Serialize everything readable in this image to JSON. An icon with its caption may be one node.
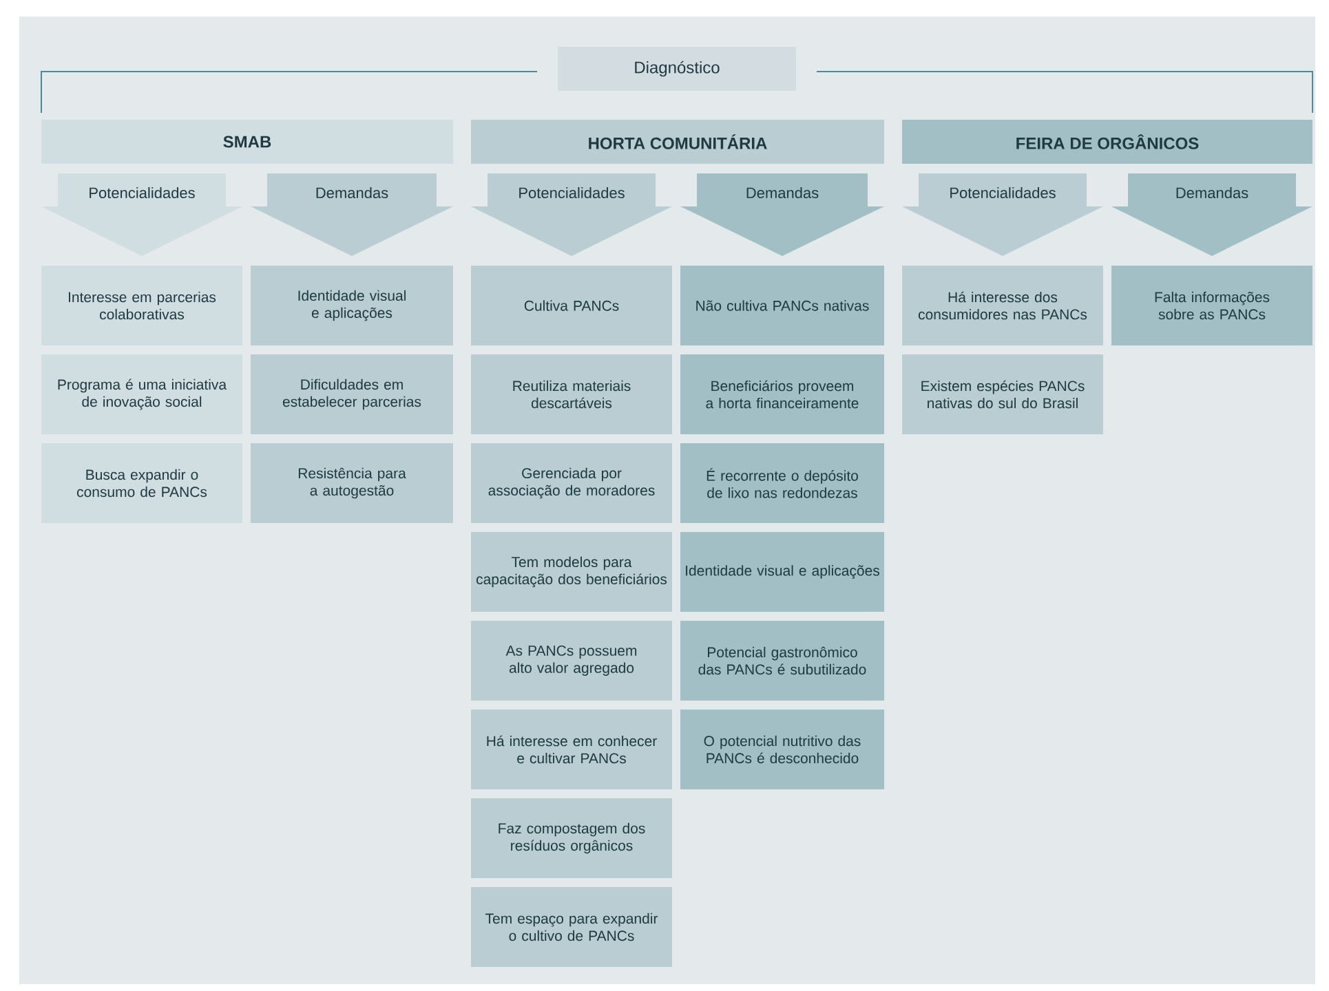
{
  "diagram": {
    "nodes": [
      {
        "text": [
          "Diagnóstico"
        ]
      },
      {
        "text": [
          "SMAB"
        ]
      },
      {
        "text": [
          "HORTA COMUNITÁRIA"
        ]
      },
      {
        "text": [
          "FEIRA DE ORGÂNICOS"
        ]
      },
      {
        "text": [
          "Potencialidades"
        ]
      },
      {
        "text": [
          "Demandas"
        ]
      },
      {
        "text": [
          "Potencialidades"
        ]
      },
      {
        "text": [
          "Demandas"
        ]
      },
      {
        "text": [
          "Potencialidades"
        ]
      },
      {
        "text": [
          "Demandas"
        ]
      },
      {
        "text": [
          "Interesse em parcerias colaborativas"
        ]
      },
      {
        "text": [
          "Programa é uma iniciativa de inovação social"
        ]
      },
      {
        "text": [
          "Busca expandir o consumo de PANCs"
        ]
      },
      {
        "text": [
          "Identidade visual e aplicações"
        ]
      },
      {
        "text": [
          "Dificuldades em estabelecer parcerias"
        ]
      },
      {
        "text": [
          "Resistência para a autogestão"
        ]
      },
      {
        "text": [
          "Cultiva PANCs"
        ]
      },
      {
        "text": [
          "Reutiliza materiais descartáveis"
        ]
      },
      {
        "text": [
          "Gerenciada por associação de moradores"
        ]
      },
      {
        "text": [
          "Tem modelos para capacitação dos beneficiários"
        ]
      },
      {
        "text": [
          "As PANCs possuem alto valor agregado"
        ]
      },
      {
        "text": [
          "Há interesse em conhecer e cultivar PANCs"
        ]
      },
      {
        "text": [
          "Faz compostagem dos resíduos orgânicos"
        ]
      },
      {
        "text": [
          "Tem espaço para expandir o cultivo de PANCs"
        ]
      },
      {
        "text": [
          "Não cultiva PANCs nativas"
        ]
      },
      {
        "text": [
          "Beneficiários proveem a horta financeiramente"
        ]
      },
      {
        "text": [
          "É recorrente o depósito de lixo nas redondezas"
        ]
      },
      {
        "text": [
          "Identidade visual e aplicações"
        ]
      },
      {
        "text": [
          "Potencial gastronômico das PANCs é subutilizado"
        ]
      },
      {
        "text": [
          "O potencial nutritivo das PANCs é desconhecido"
        ]
      },
      {
        "text": [
          "Há interesse dos consumidores nas PANCs"
        ]
      },
      {
        "text": [
          "Existem espécies PANCs nativas do sul do Brasil"
        ]
      },
      {
        "text": [
          "Falta informações sobre as PANCs"
        ]
      }
    ]
  }
}
